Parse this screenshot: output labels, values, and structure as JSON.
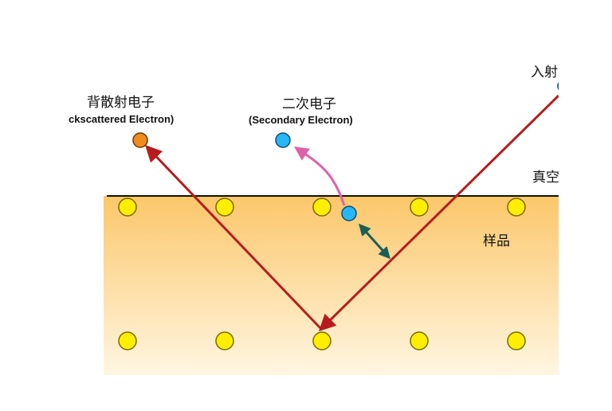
{
  "labels": {
    "backscattered_cn": "背散射电子",
    "backscattered_en": "ckscattered Electron)",
    "secondary_cn": "二次电子",
    "secondary_en": "(Secondary Electron)",
    "incident_cn": "入射",
    "vacuum_cn": "真空",
    "sample_cn": "样品"
  },
  "colors": {
    "sample_top": "#fbc76a",
    "sample_bottom": "#fff6e2",
    "surface_line": "#111111",
    "beam": "#b71c1c",
    "secondary_path": "#e060a8",
    "interaction_arrow": "#1b5e57",
    "atom_fill": "#ffee00",
    "atom_stroke": "#7a6a00",
    "backscattered_electron": "#f08c1e",
    "secondary_electron": "#29b6f6"
  },
  "atom_rows": 2,
  "atoms_per_row": 5
}
